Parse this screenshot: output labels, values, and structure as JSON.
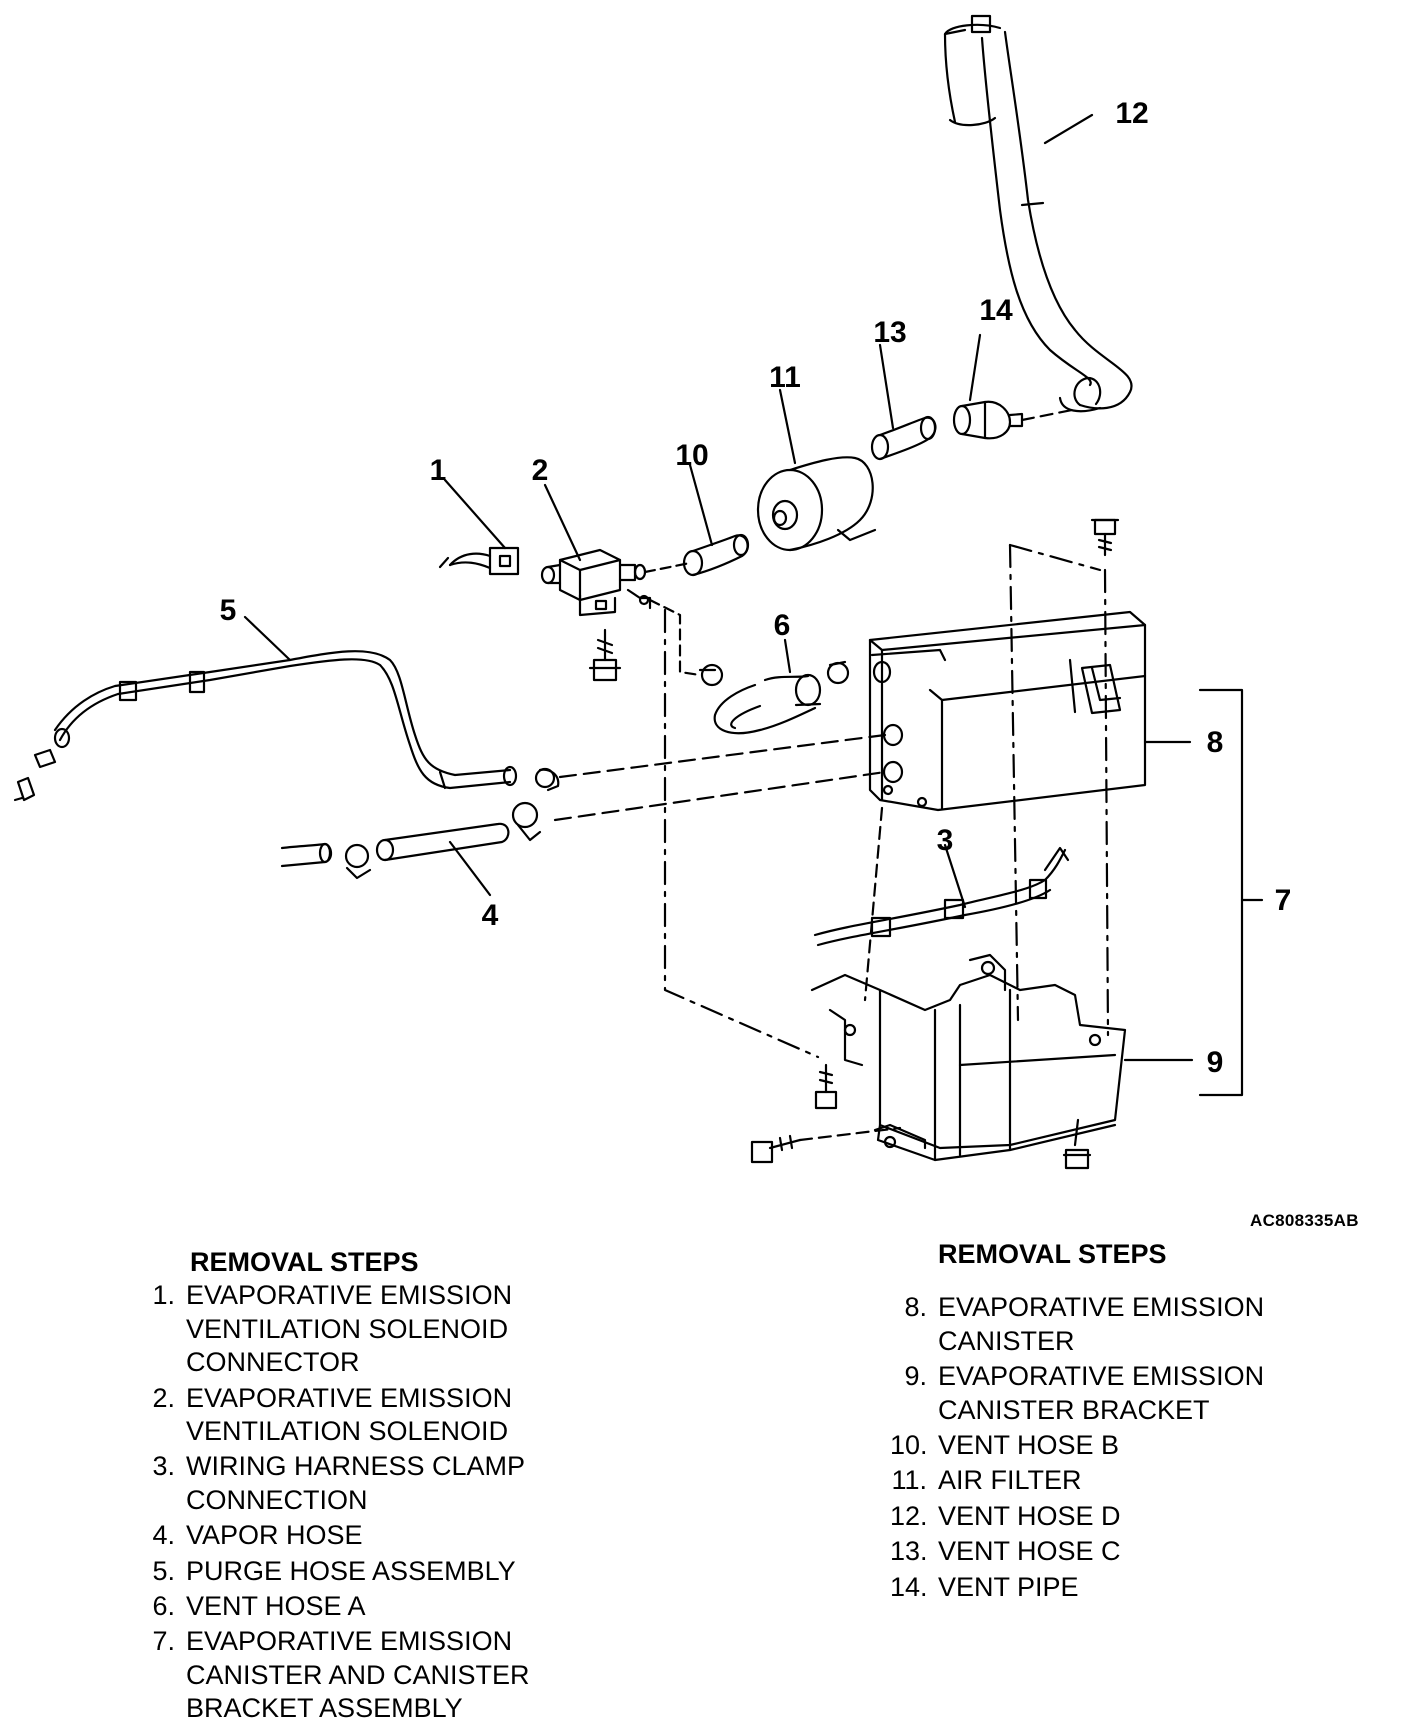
{
  "figure_code": "AC808335AB",
  "callouts": [
    "1",
    "2",
    "3",
    "4",
    "5",
    "6",
    "7",
    "8",
    "9",
    "10",
    "11",
    "12",
    "13",
    "14"
  ],
  "left_column": {
    "heading": "REMOVAL STEPS",
    "steps": [
      {
        "num": "1.",
        "lines": [
          "EVAPORATIVE EMISSION",
          "VENTILATION SOLENOID",
          "CONNECTOR"
        ]
      },
      {
        "num": "2.",
        "lines": [
          "EVAPORATIVE EMISSION",
          "VENTILATION SOLENOID"
        ]
      },
      {
        "num": "3.",
        "lines": [
          "WIRING HARNESS CLAMP",
          "CONNECTION"
        ]
      },
      {
        "num": "4.",
        "lines": [
          "VAPOR HOSE"
        ]
      },
      {
        "num": "5.",
        "lines": [
          "PURGE HOSE ASSEMBLY"
        ]
      },
      {
        "num": "6.",
        "lines": [
          "VENT HOSE A"
        ]
      },
      {
        "num": "7.",
        "lines": [
          "EVAPORATIVE EMISSION",
          "CANISTER AND CANISTER",
          "BRACKET ASSEMBLY"
        ]
      }
    ]
  },
  "right_column": {
    "heading": "REMOVAL STEPS",
    "steps": [
      {
        "num": "8.",
        "lines": [
          "EVAPORATIVE EMISSION",
          "CANISTER"
        ]
      },
      {
        "num": "9.",
        "lines": [
          "EVAPORATIVE EMISSION",
          "CANISTER BRACKET"
        ]
      },
      {
        "num": "10.",
        "lines": [
          "VENT HOSE B"
        ]
      },
      {
        "num": "11.",
        "lines": [
          "AIR FILTER"
        ]
      },
      {
        "num": "12.",
        "lines": [
          "VENT HOSE D"
        ]
      },
      {
        "num": "13.",
        "lines": [
          "VENT HOSE C"
        ]
      },
      {
        "num": "14.",
        "lines": [
          "VENT PIPE"
        ]
      }
    ]
  }
}
